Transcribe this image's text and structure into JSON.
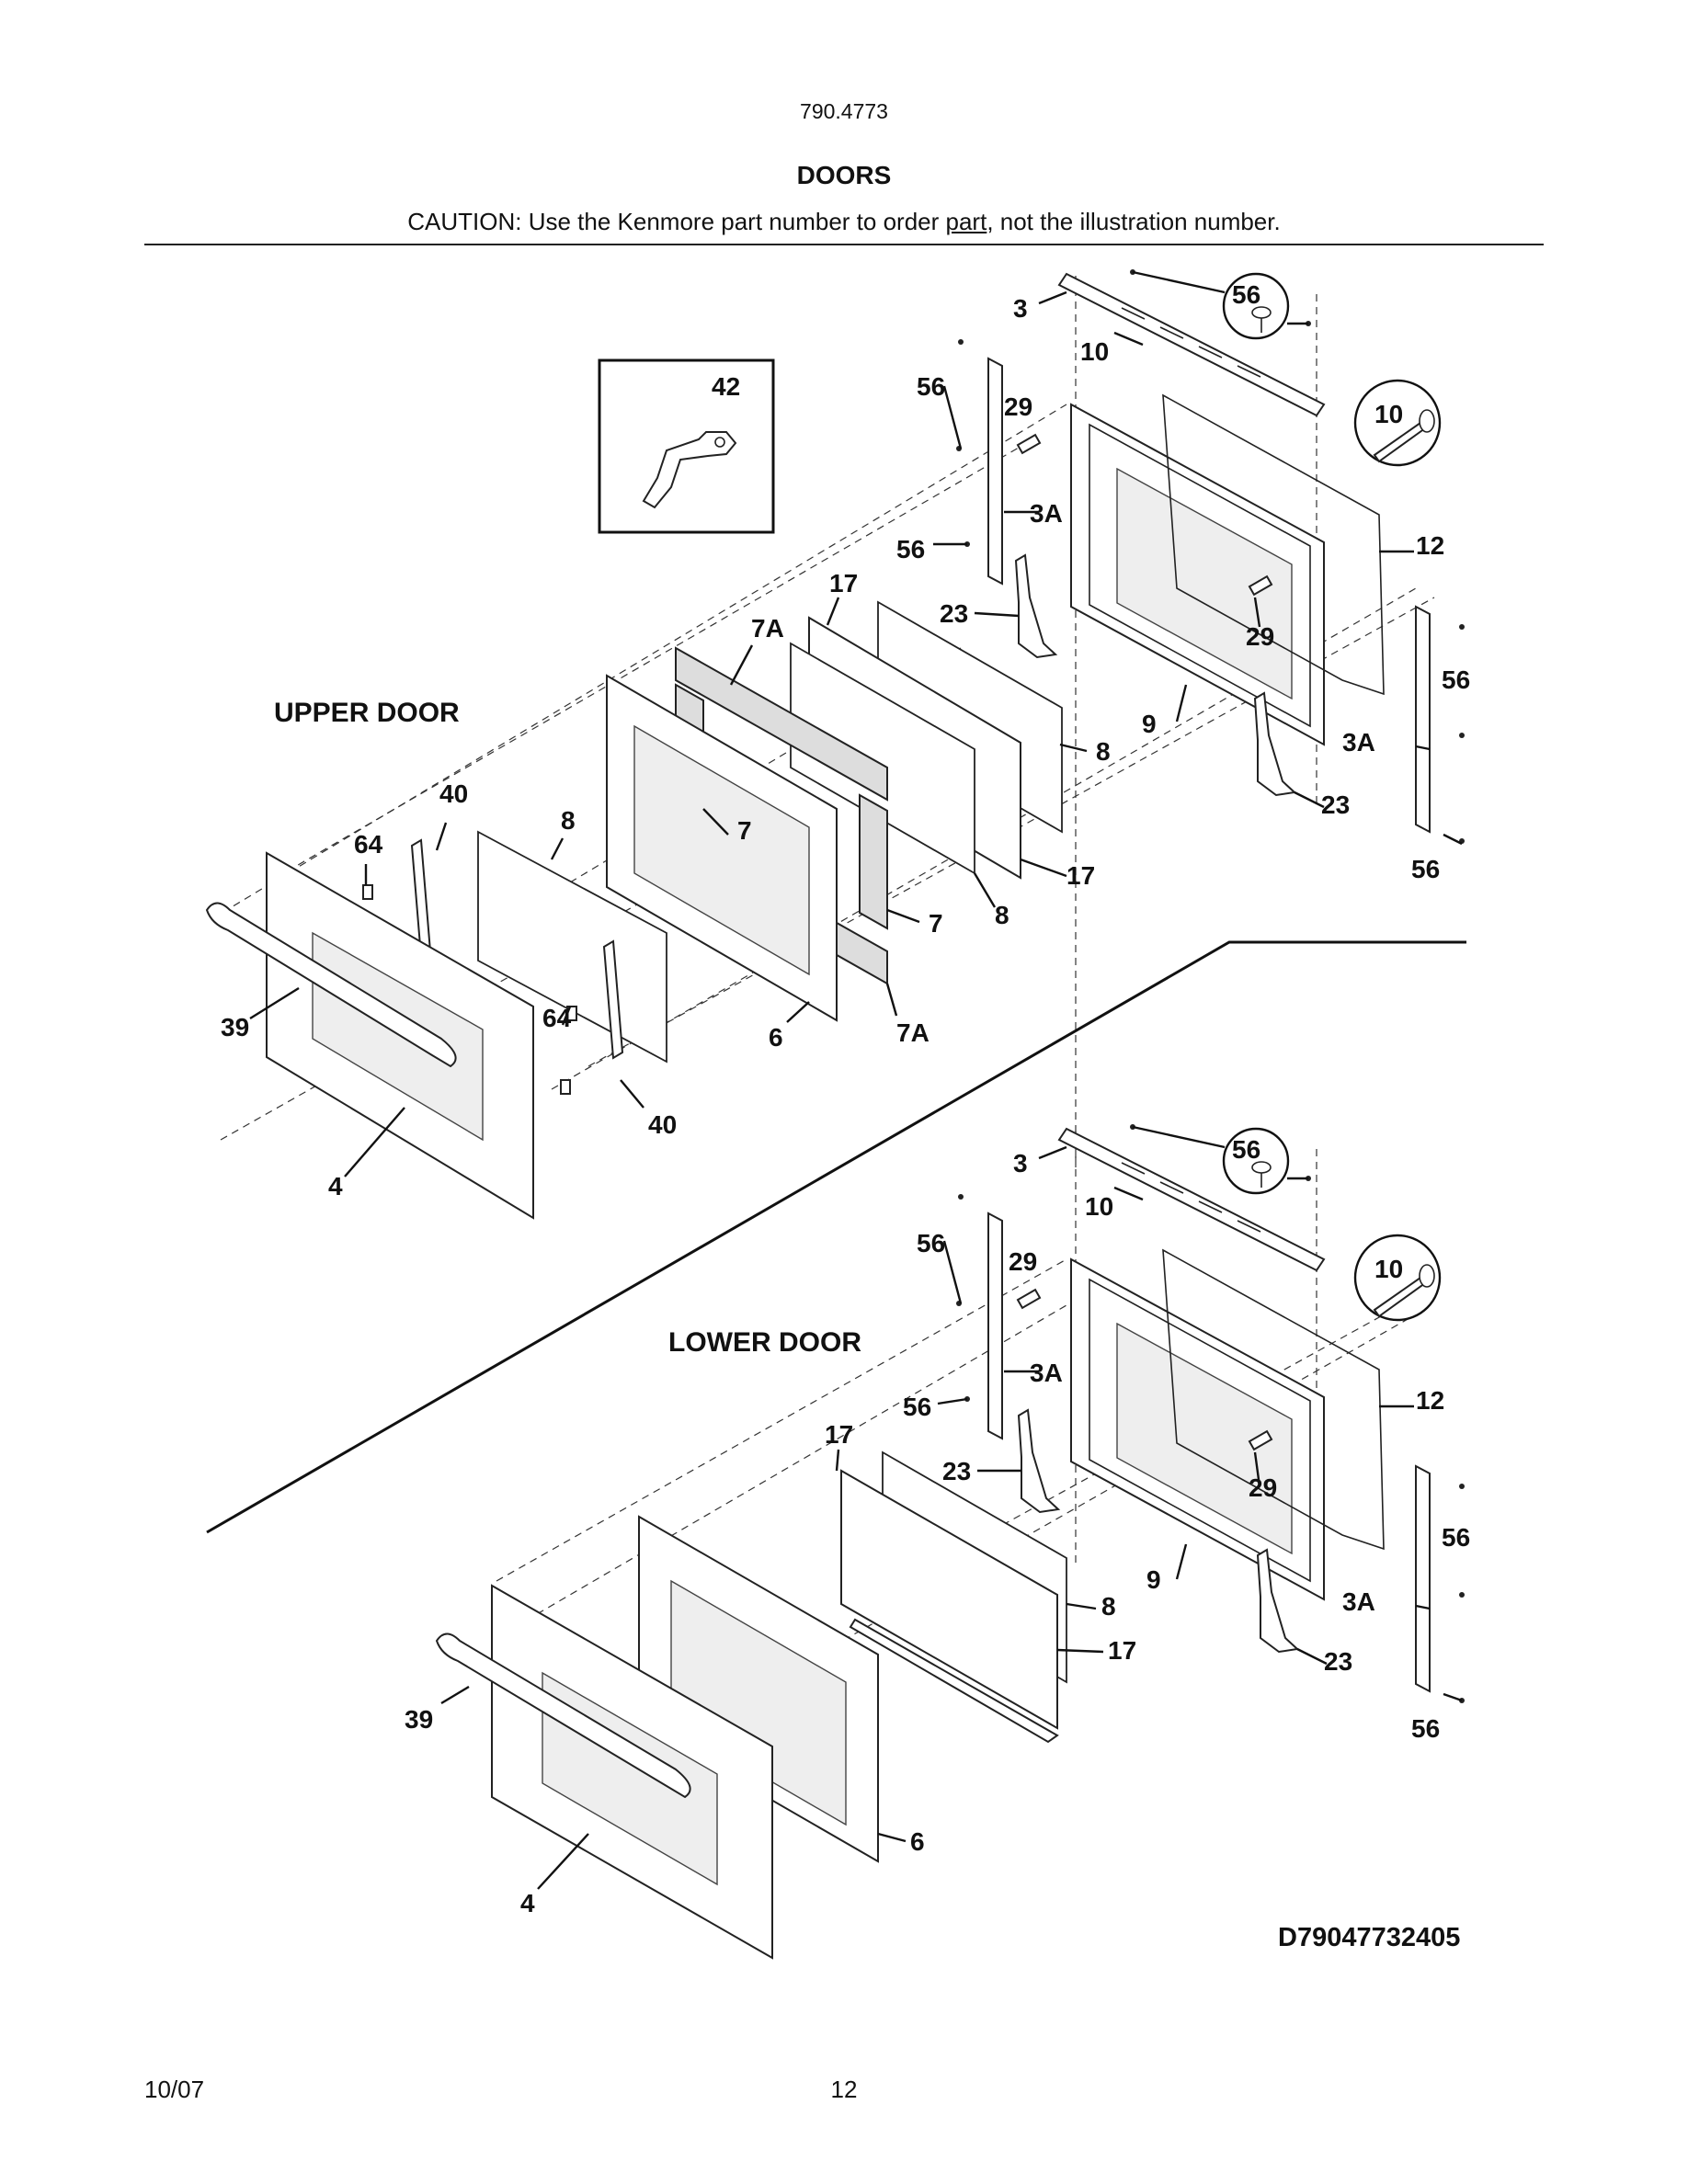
{
  "header": {
    "model": "790.4773",
    "title": "DOORS",
    "caution_before": "CAUTION: Use the Kenmore part number to order ",
    "caution_underlined": "part",
    "caution_after": ", not the illustration number."
  },
  "sections": {
    "upper": "UPPER DOOR",
    "lower": "LOWER DOOR"
  },
  "inset": {
    "label": "42"
  },
  "upper_callouts": {
    "c3": "3",
    "c56_circle": "56",
    "c10": "10",
    "c10_circle": "10",
    "c56_a": "56",
    "c29_a": "29",
    "c3A_a": "3A",
    "c56_b": "56",
    "c12": "12",
    "c17_a": "17",
    "c23_a": "23",
    "c29_b": "29",
    "c7A_a": "7A",
    "c56_c": "56",
    "c9": "9",
    "c8_a": "8",
    "c3A_b": "3A",
    "c23_b": "23",
    "c56_d": "56",
    "c40_a": "40",
    "c8_b": "8",
    "c7_a": "7",
    "c17_b": "17",
    "c64_a": "64",
    "c7_b": "7",
    "c8_c": "8",
    "c39": "39",
    "c6": "6",
    "c7A_b": "7A",
    "c64_b": "64",
    "c40_b": "40",
    "c4": "4"
  },
  "lower_callouts": {
    "c3": "3",
    "c56_circle": "56",
    "c10": "10",
    "c10_circle": "10",
    "c56_a": "56",
    "c29_a": "29",
    "c3A_a": "3A",
    "c56_b": "56",
    "c12": "12",
    "c17": "17",
    "c23_a": "23",
    "c29_b": "29",
    "c56_c": "56",
    "c9": "9",
    "c8": "8",
    "c3A_b": "3A",
    "c17_b": "17",
    "c23_b": "23",
    "c56_d": "56",
    "c39": "39",
    "c6": "6",
    "c4": "4"
  },
  "diagram_code": "D79047732405",
  "footer": {
    "date": "10/07",
    "page": "12"
  }
}
